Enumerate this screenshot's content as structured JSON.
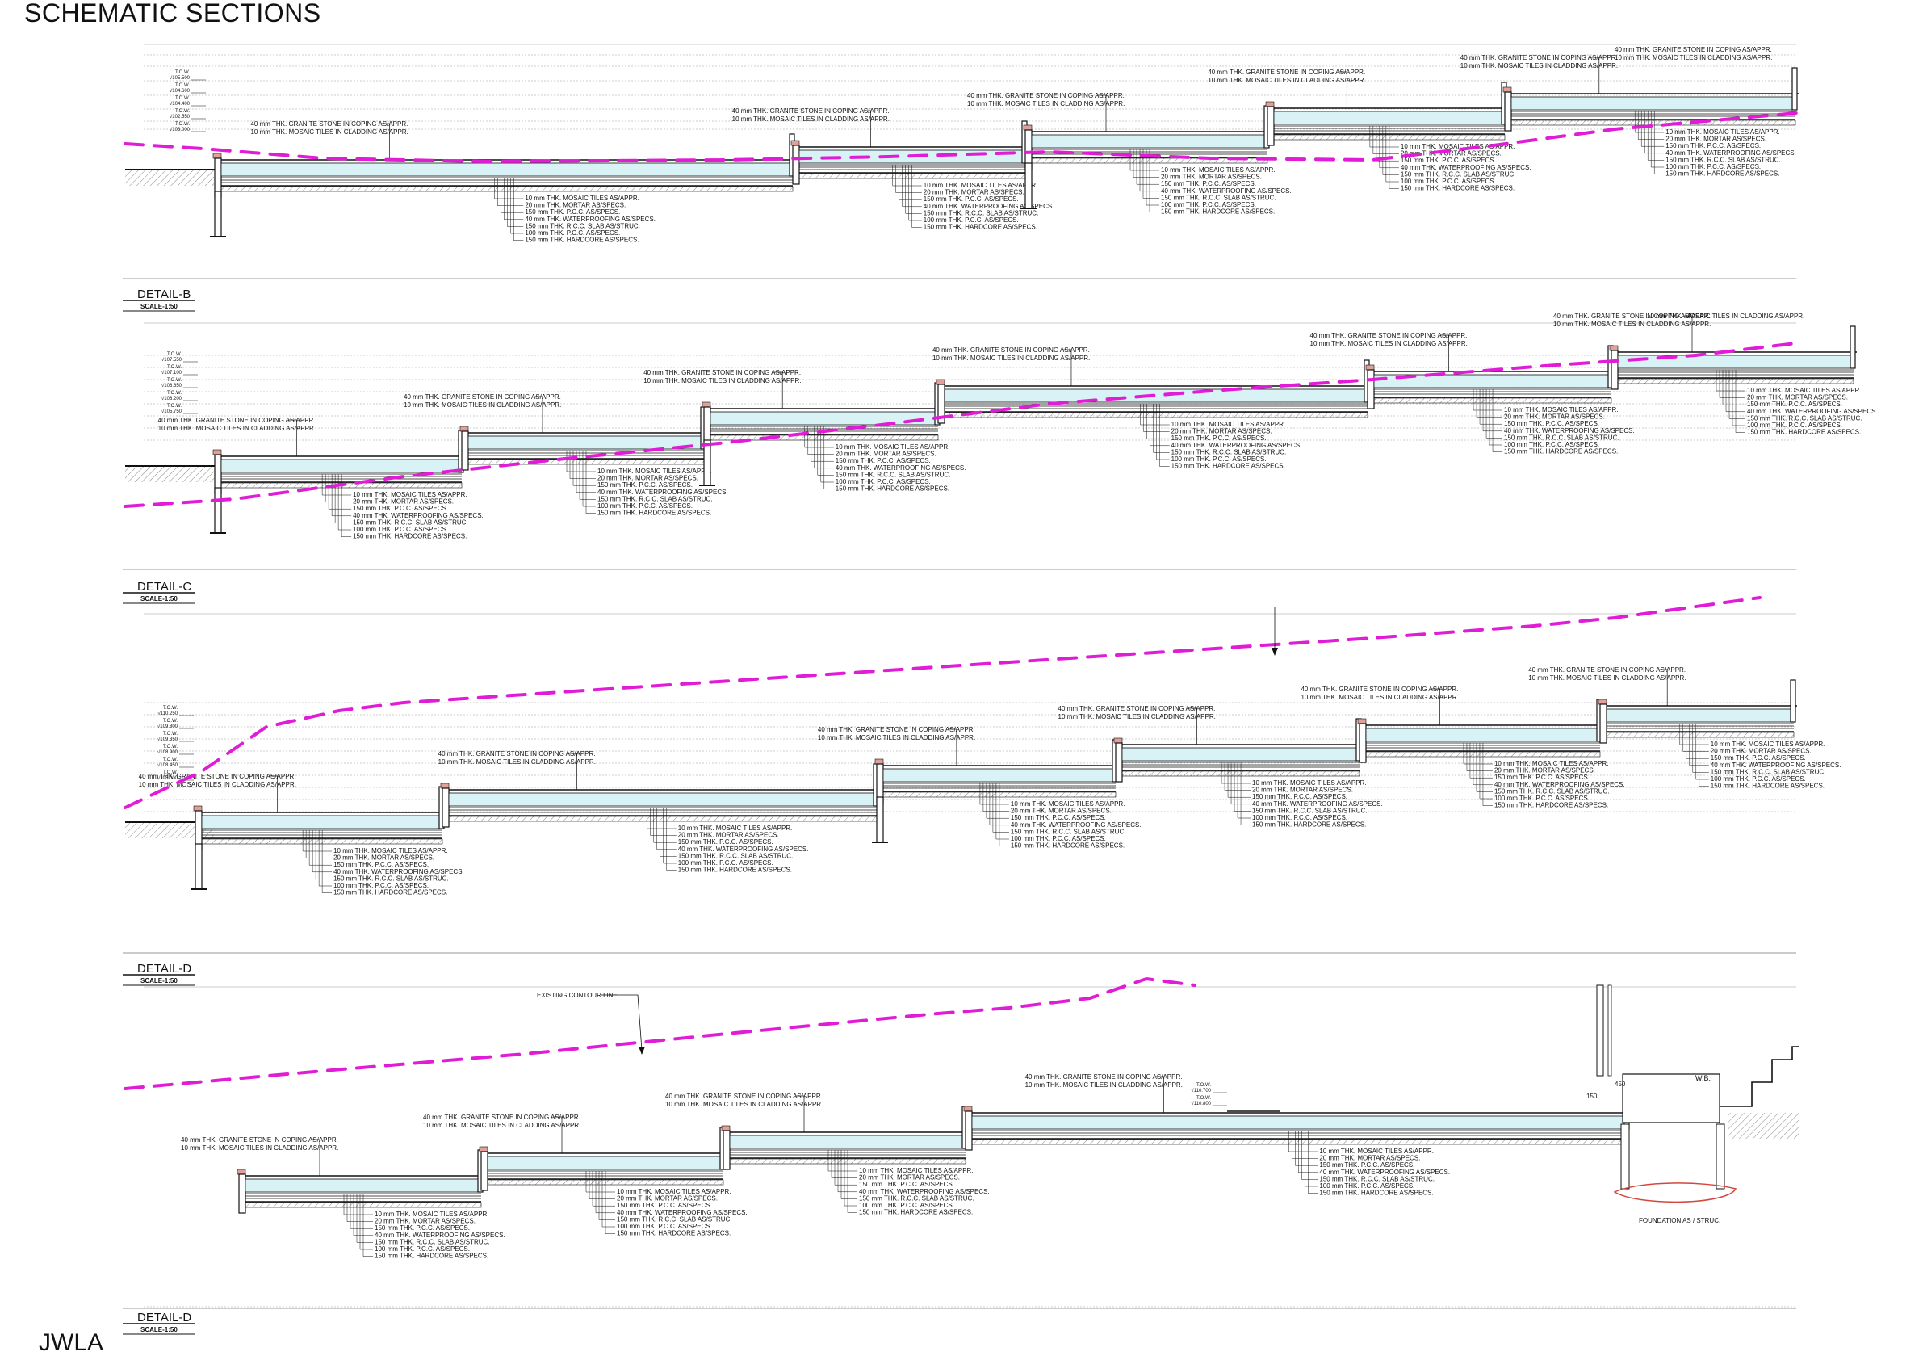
{
  "title": "SCHEMATIC SECTIONS",
  "footer": "JWLA",
  "colors": {
    "line": "#111111",
    "contour": "#e01cd6",
    "water": "#d9f2f5",
    "coping": "#e2a09a",
    "hatch": "#888888"
  },
  "notes": {
    "coping_1": "40 mm THK. GRANITE STONE IN COPING AS/APPR.",
    "coping_2": "10 mm THK. MOSAIC TILES IN CLADDING AS/APPR.",
    "cladding_only": "10 mm THK. MOSAIC TILES IN CLADDING AS/APPR.",
    "layers": [
      "10 mm THK. MOSAIC TILES AS/APPR.",
      "20 mm THK. MORTAR AS/SPECS.",
      "150 mm THK. P.C.C. AS/SPECS.",
      "40 mm THK. WATERPROOFING AS/SPECS.",
      "150 mm THK. R.C.C. SLAB AS/STRUC.",
      "100 mm THK. P.C.C. AS/SPECS.",
      "150 mm THK. HARDCORE AS/SPECS."
    ],
    "existing_contour": "EXISTING CONTOUR LINE",
    "foundation": "FOUNDATION AS / STRUC.",
    "wb": "W.B.",
    "dim_450": "450",
    "dim_150": "150"
  },
  "levels": {
    "tow_label": "T.O.W.",
    "b": [
      "105.500",
      "104.600",
      "104.400",
      "102.550",
      "103.000"
    ],
    "c": [
      "107.550",
      "107.100",
      "106.650",
      "106.200",
      "105.750"
    ],
    "d": [
      "110.250",
      "109.800",
      "109.350",
      "108.900",
      "108.450",
      "108.000"
    ],
    "e": [
      "110.700",
      "110.800"
    ]
  },
  "sections": [
    {
      "label": "DETAIL-B",
      "scale": "SCALE-1:50"
    },
    {
      "label": "DETAIL-C",
      "scale": "SCALE-1:50"
    },
    {
      "label": "DETAIL-D",
      "scale": "SCALE-1:50"
    },
    {
      "label": "DETAIL-D",
      "scale": "SCALE-1:50"
    }
  ]
}
